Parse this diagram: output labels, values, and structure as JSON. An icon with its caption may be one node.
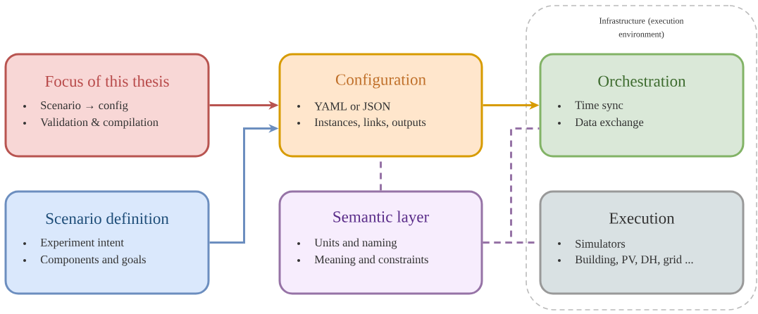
{
  "diagram": {
    "nodes": [
      {
        "text": [
          "Focus of this thesis",
          "Scenario → config",
          "Validation & compilation"
        ]
      },
      {
        "text": [
          "Configuration",
          "YAML or JSON",
          "Instances, links, outputs"
        ]
      },
      {
        "text": [
          "Infrastructure (execution environment)"
        ]
      },
      {
        "text": [
          "Orchestration",
          "Time sync",
          "Data exchange"
        ],
        "in": 2
      },
      {
        "text": [
          "Scenario definition",
          "Experiment intent",
          "Components and goals"
        ]
      },
      {
        "text": [
          "Semantic layer",
          "Units and naming",
          "Meaning and constraints"
        ]
      },
      {
        "text": [
          "Execution",
          "Simulators",
          "Building, PV, DH, grid ..."
        ],
        "in": 2
      }
    ],
    "edges": [
      {
        "from": 0,
        "to": 1,
        "arrow": "to",
        "color": "#b85450"
      },
      {
        "from": 4,
        "to": 1,
        "arrow": "to",
        "color": "#6c8ebf"
      },
      {
        "from": 1,
        "to": 3,
        "arrow": "to",
        "color": "#d79b00"
      },
      {
        "from": 5,
        "to": 1,
        "arrow": "none",
        "style": "dashed",
        "color": "#9673a6"
      },
      {
        "from": 5,
        "to": 3,
        "arrow": "none",
        "style": "dashed",
        "color": "#9673a6"
      },
      {
        "from": 5,
        "to": 6,
        "arrow": "none",
        "style": "dashed",
        "color": "#9673a6"
      }
    ]
  }
}
